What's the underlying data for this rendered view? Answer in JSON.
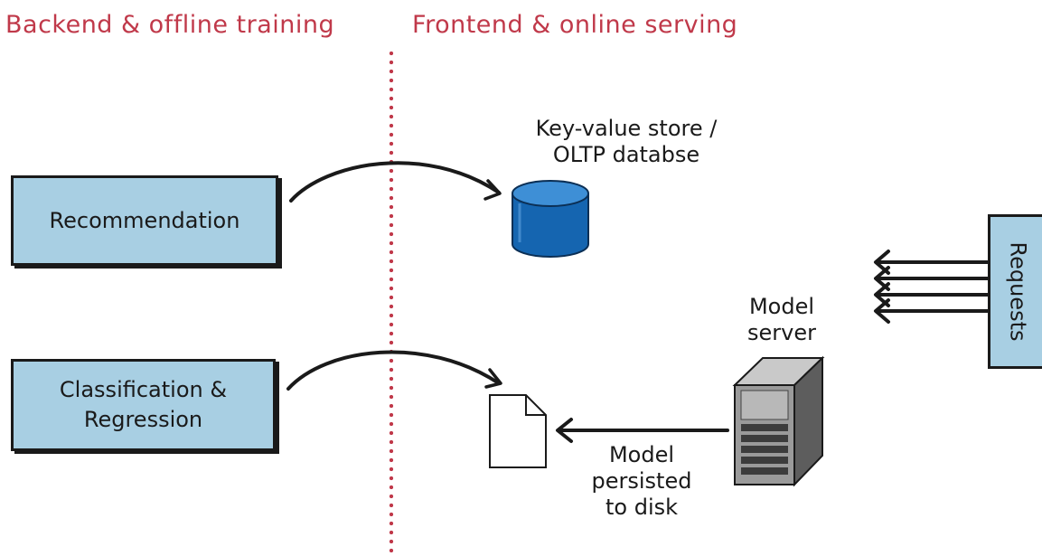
{
  "headings": {
    "left": "Backend & offline training",
    "right": "Frontend & online serving"
  },
  "boxes": {
    "recommendation": [
      "Recommendation"
    ],
    "classification": [
      "Classification &",
      "Regression"
    ],
    "requests": "Requests"
  },
  "labels": {
    "kv_store": [
      "Key-value store /",
      "OLTP databse"
    ],
    "model_server": [
      "Model",
      "server"
    ],
    "model_persisted": [
      "Model",
      "persisted",
      "to disk"
    ]
  },
  "colors": {
    "heading": "#c0394a",
    "box_fill": "#a8cfe3",
    "database": "#1f72b8",
    "divider": "#c0394a"
  },
  "icons": [
    "database-icon",
    "document-icon",
    "server-icon"
  ]
}
